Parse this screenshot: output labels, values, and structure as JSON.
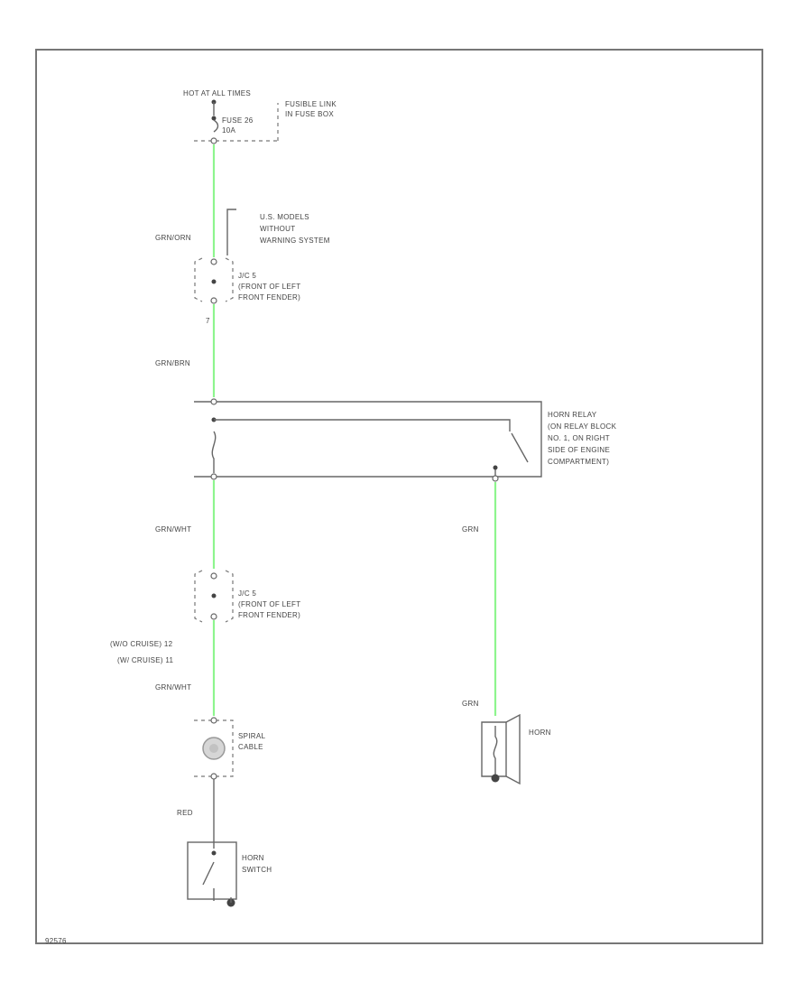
{
  "power": {
    "label": "HOT AT ALL TIMES"
  },
  "fusible_link": {
    "line1": "FUSIBLE LINK",
    "line2": "IN FUSE BOX"
  },
  "fuse": {
    "line1": "FUSE 26",
    "line2": "10A"
  },
  "wires": {
    "w1": "GRN/ORN",
    "w2": "GRN/BRN",
    "w3": "GRN/WHT",
    "w4": "GRN/WHT",
    "w5": "RED",
    "horn_a": "GRN",
    "horn_b": "GRN"
  },
  "us_models_note": {
    "line1": "U.S. MODELS",
    "line2": "WITHOUT",
    "line3": "WARNING SYSTEM"
  },
  "jc_upper": {
    "line1": "J/C 5",
    "line2": "(FRONT OF LEFT",
    "line3": "FRONT FENDER)"
  },
  "jc_upper_pin": "7",
  "horn_relay": {
    "line1": "HORN RELAY",
    "line2": "(ON RELAY BLOCK",
    "line3": "NO. 1, ON RIGHT",
    "line4": "SIDE OF ENGINE",
    "line5": "COMPARTMENT)"
  },
  "jc_lower": {
    "line1": "J/C 5",
    "line2": "(FRONT OF LEFT",
    "line3": "FRONT FENDER)"
  },
  "cruise": {
    "line1": "(W/O CRUISE) 12",
    "line2": "(W/ CRUISE) 11"
  },
  "spiral_cable": {
    "line1": "SPIRAL",
    "line2": "CABLE"
  },
  "horn_switch": {
    "line1": "HORN",
    "line2": "SWITCH"
  },
  "horn": {
    "label": "HORN"
  },
  "figure_id": "92576"
}
